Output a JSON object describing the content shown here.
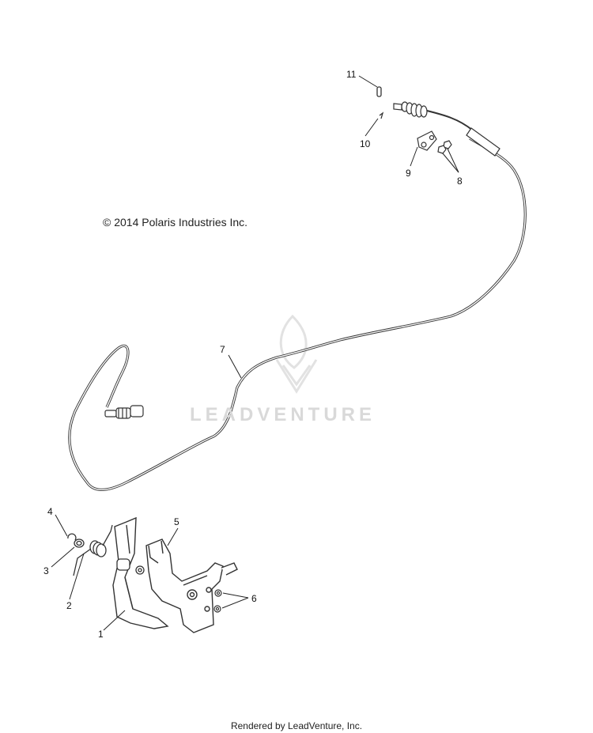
{
  "copyright": "© 2014 Polaris Industries Inc.",
  "watermark": "LEADVENTURE",
  "rendered_by": "Rendered by LeadVenture, Inc.",
  "callouts": [
    "1",
    "2",
    "3",
    "4",
    "5",
    "6",
    "7",
    "8",
    "9",
    "10",
    "11"
  ]
}
